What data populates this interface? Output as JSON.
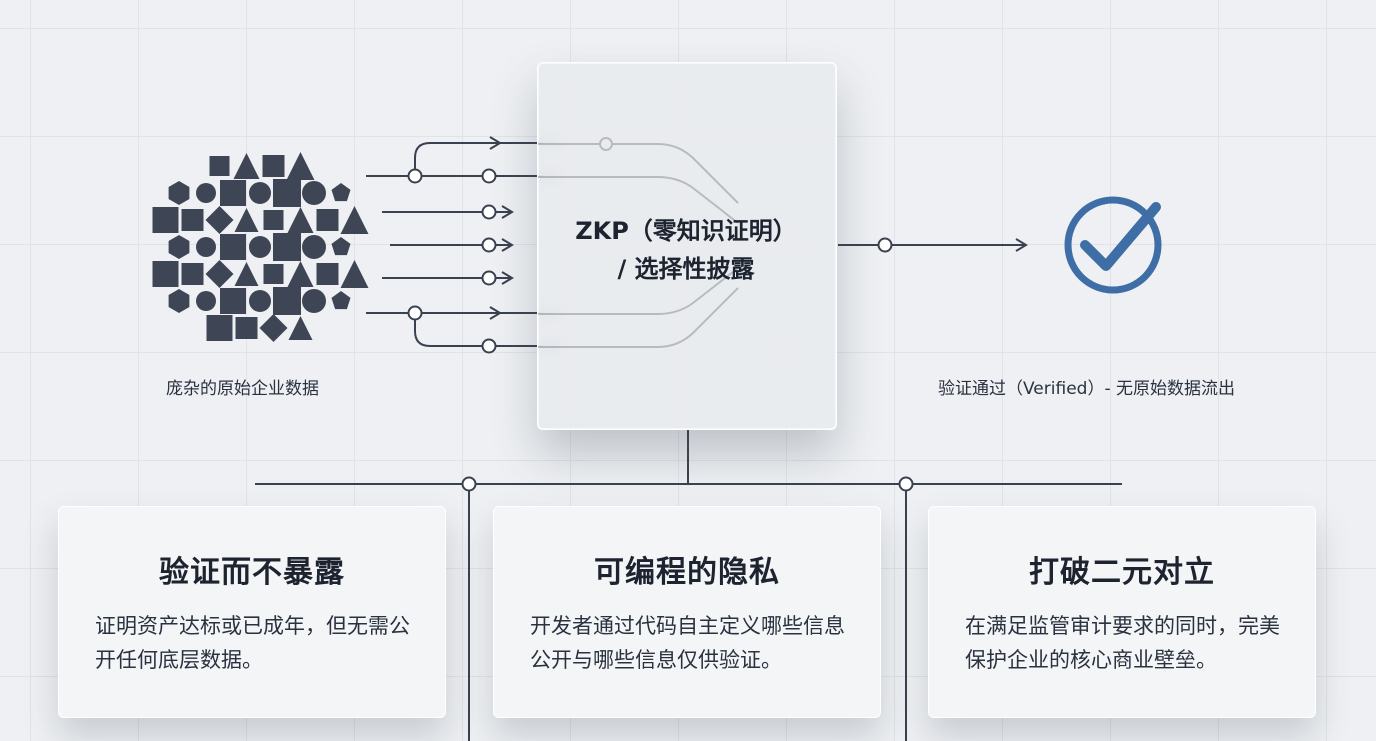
{
  "center": {
    "title_line1": "ZKP（零知识证明）",
    "title_line2": "/ 选择性披露"
  },
  "input_label": "庞杂的原始企业数据",
  "output_label": "验证通过（Verified）- 无原始数据流出",
  "icons": {
    "input": "geometric-shapes-cluster-icon",
    "output": "checkmark-circle-icon"
  },
  "colors": {
    "line": "#3a4250",
    "shape": "#3e4655",
    "check": "#3f6ea6"
  },
  "cards": [
    {
      "title": "验证而不暴露",
      "body": "证明资产达标或已成年，但无需公开任何底层数据。"
    },
    {
      "title": "可编程的隐私",
      "body": "开发者通过代码自主定义哪些信息公开与哪些信息仅供验证。"
    },
    {
      "title": "打破二元对立",
      "body": "在满足监管审计要求的同时，完美保护企业的核心商业壁垒。"
    }
  ]
}
